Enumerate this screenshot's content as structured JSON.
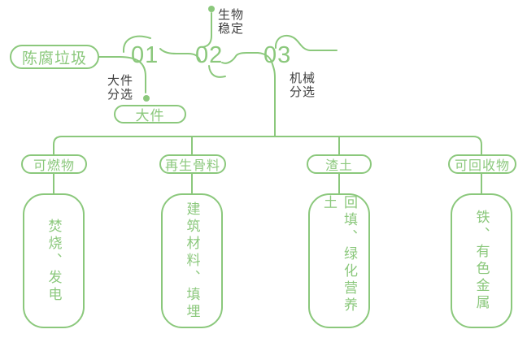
{
  "colors": {
    "line_green": "#8bc87c",
    "label_dark": "#3e3e3e",
    "background": "#ffffff"
  },
  "source": {
    "label": "陈腐垃圾"
  },
  "stages": [
    {
      "number": "01",
      "process_lines": [
        "大件",
        "分选"
      ],
      "branch_output": "大件"
    },
    {
      "number": "02",
      "process_lines": [
        "生物",
        "稳定"
      ]
    },
    {
      "number": "03",
      "process_lines": [
        "机械",
        "分选"
      ]
    }
  ],
  "outputs": [
    {
      "category": "可燃物",
      "disposal": "焚烧、发电"
    },
    {
      "category": "再生骨料",
      "disposal": "建筑材料、填埋"
    },
    {
      "category": "渣土",
      "disposal": "回填、绿化营养土"
    },
    {
      "category": "可回收物",
      "disposal": "铁、有色金属"
    }
  ]
}
